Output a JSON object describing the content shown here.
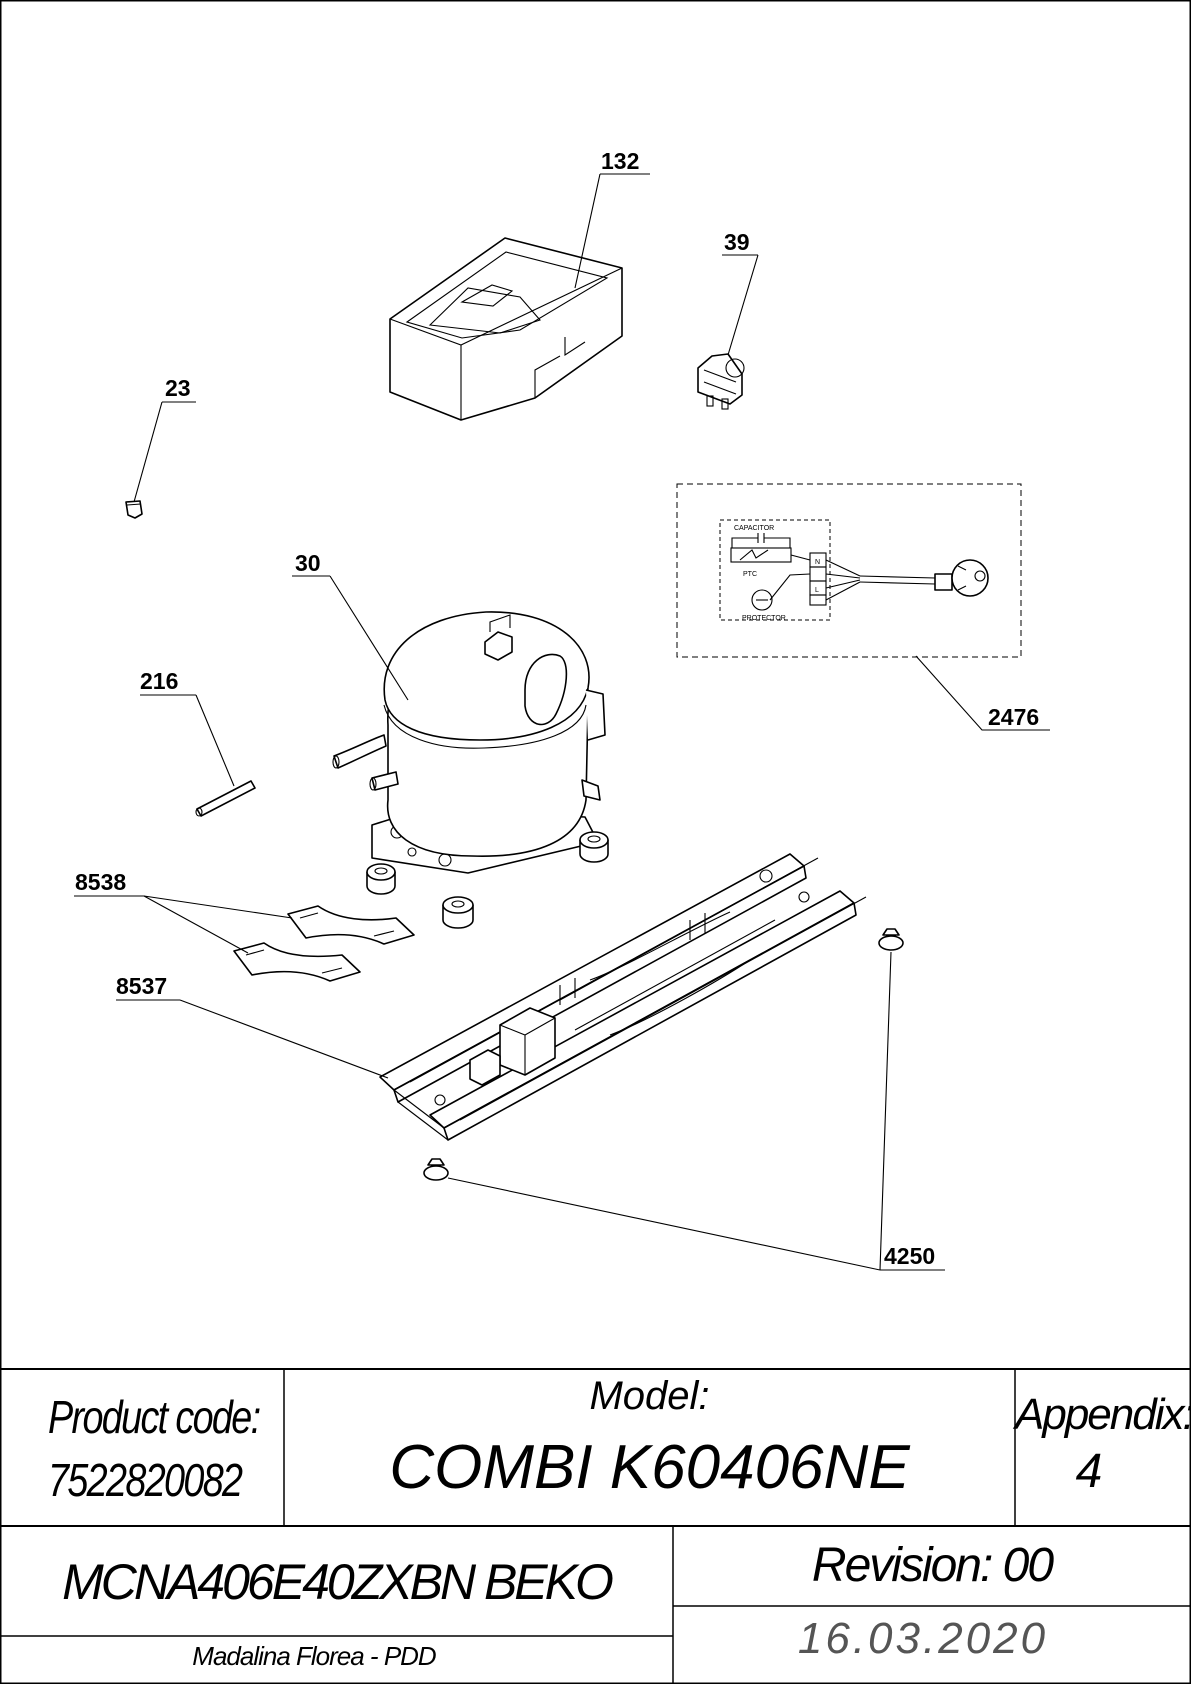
{
  "callouts": {
    "c132": "132",
    "c39": "39",
    "c23": "23",
    "c30": "30",
    "c2476": "2476",
    "c216": "216",
    "c8538": "8538",
    "c8537": "8537",
    "c4250": "4250"
  },
  "wiring": {
    "capacitor": "CAPACITOR",
    "ptc": "PTC",
    "protector": "PROTECTOR",
    "terminal_n": "N",
    "terminal_l": "L"
  },
  "title_block": {
    "product_code_label": "Product code:",
    "product_code": "7522820082",
    "model_label": "Model:",
    "model": "COMBI K60406NE",
    "appendix_label": "Appendix:",
    "appendix": "4",
    "variant": "MCNA406E40ZXBN BEKO",
    "revision": "Revision: 00",
    "author": "Madalina Florea - PDD",
    "date": "16.03.2020"
  }
}
